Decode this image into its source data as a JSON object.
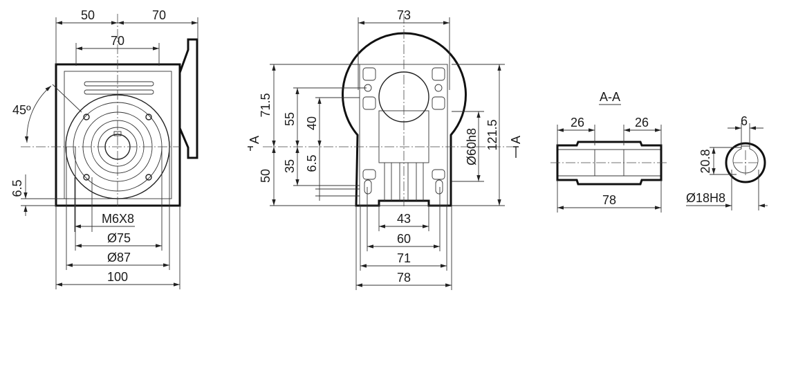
{
  "side_view": {
    "dims": {
      "top_left": "50",
      "top_right": "70",
      "flange_holes": "70",
      "angle": "45º",
      "foot": "6.5",
      "thread": "M6X8",
      "pcd": "Ø75",
      "spigot": "Ø87",
      "width": "100"
    }
  },
  "front_view": {
    "dims": {
      "width_top": "73",
      "upper_height": "71.5",
      "lower_height": "50",
      "hole_upper": "55",
      "hole_lower": "35",
      "foot_upper": "40",
      "foot_lower": "6.5",
      "flange_dia": "Ø60h8",
      "total_height": "121.5",
      "fins": "43",
      "holes_spacing": "60",
      "inner_width": "71",
      "outer_width": "78"
    },
    "section_marker": "A"
  },
  "section_view": {
    "title": "A-A",
    "dims": {
      "left": "26",
      "right": "26",
      "length": "78",
      "key_width": "6",
      "key_depth": "20.8",
      "bore": "Ø18H8"
    }
  }
}
